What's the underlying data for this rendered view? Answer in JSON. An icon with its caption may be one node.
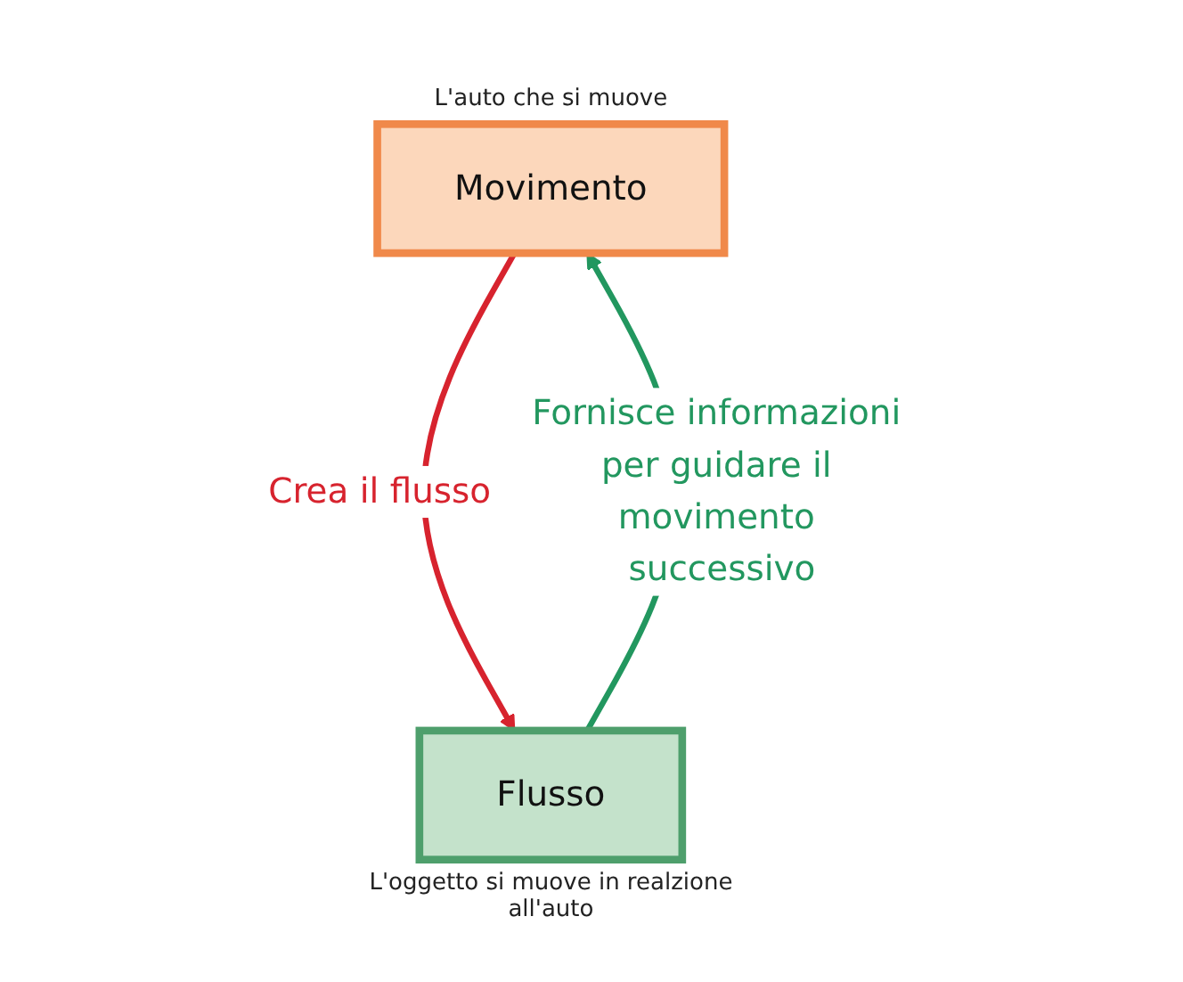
{
  "diagram": {
    "nodes": [
      {
        "text": [
          "Movimento"
        ],
        "beside": [
          "L'auto che si muove"
        ]
      },
      {
        "text": [
          "Flusso"
        ],
        "beside": [
          "L'oggetto si muove in realzione all'auto"
        ]
      }
    ],
    "edges": [
      {
        "from": 0,
        "to": 1,
        "arrow": "to",
        "label": "Crea il flusso",
        "color": "#d7232e"
      },
      {
        "from": 1,
        "to": 0,
        "arrow": "to",
        "label": "Fornisce informazioni per guidare il movimento successivo",
        "color": "#22975f"
      }
    ]
  }
}
